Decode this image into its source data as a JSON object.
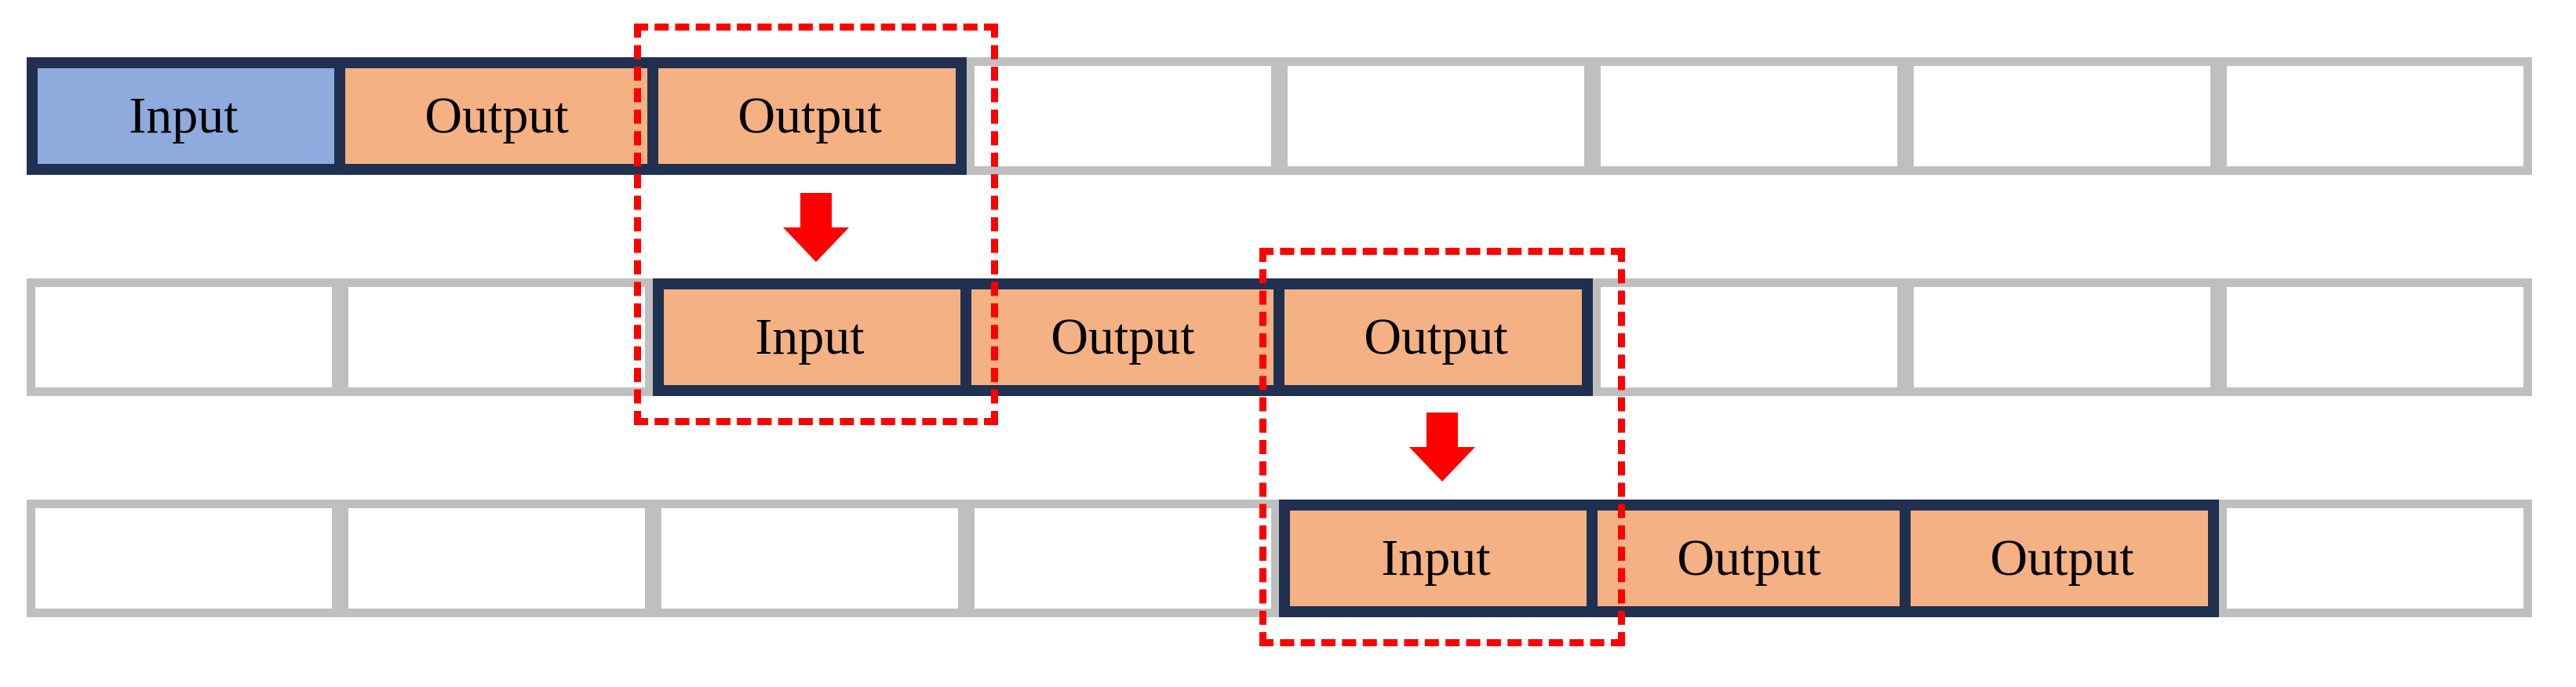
{
  "labels": {
    "input": "Input",
    "output": "Output"
  },
  "colors": {
    "input_first": "#8faadc",
    "block": "#f4b183",
    "group_border": "#1f3050",
    "empty_border": "#bfbfbf",
    "highlight": "#ff0000"
  },
  "rows": [
    {
      "cells": [
        "input",
        "output",
        "output",
        "empty",
        "empty",
        "empty",
        "empty",
        "empty"
      ],
      "first_input_blue": true
    },
    {
      "cells": [
        "empty",
        "empty",
        "input",
        "output",
        "output",
        "empty",
        "empty",
        "empty"
      ],
      "first_input_blue": false
    },
    {
      "cells": [
        "empty",
        "empty",
        "empty",
        "empty",
        "input",
        "output",
        "output",
        "empty"
      ],
      "first_input_blue": false
    }
  ]
}
